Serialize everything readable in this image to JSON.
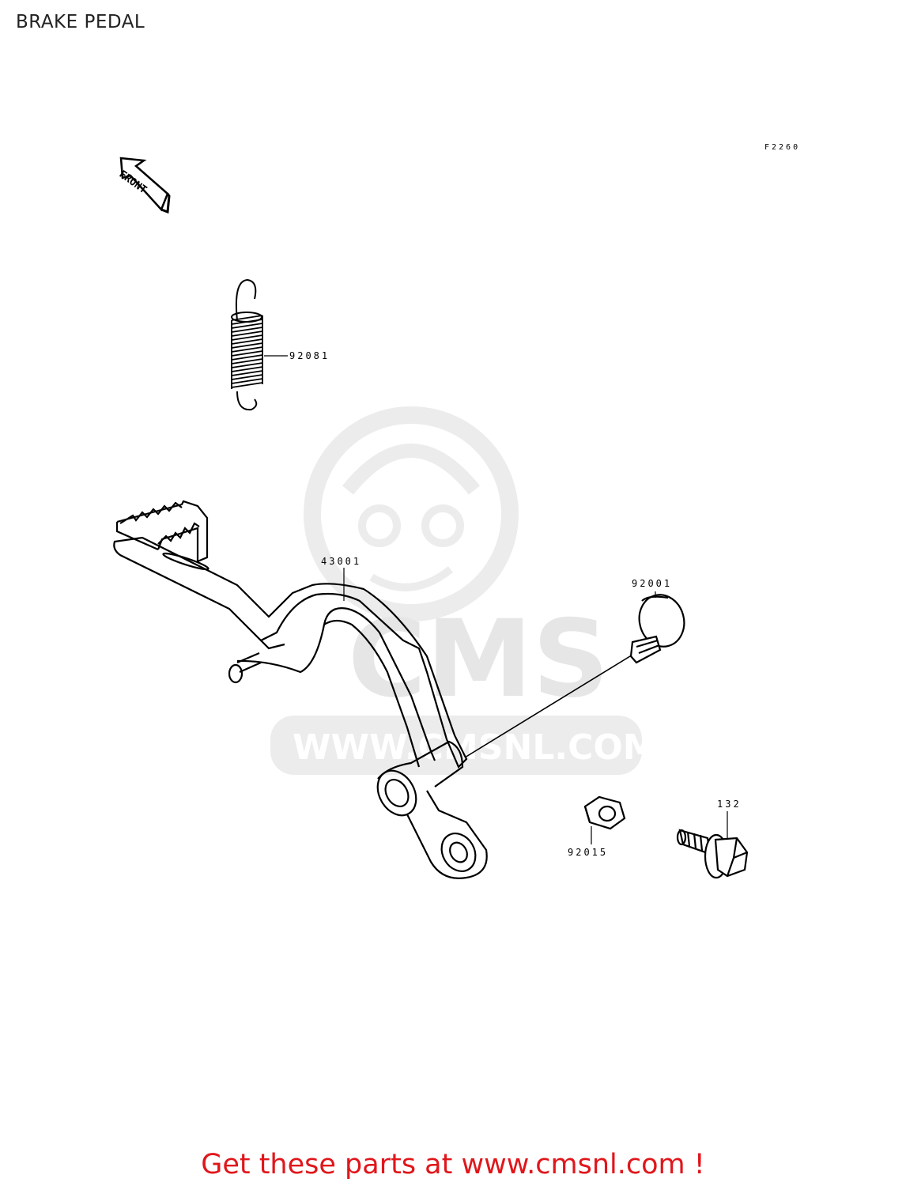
{
  "header": {
    "title": "BRAKE PEDAL"
  },
  "diagram": {
    "code": "F2260",
    "front_label": "FRONT",
    "parts": [
      {
        "number": "92081",
        "part": "spring"
      },
      {
        "number": "43001",
        "part": "brake-pedal"
      },
      {
        "number": "92001",
        "part": "pivot-bolt"
      },
      {
        "number": "92015",
        "part": "nut"
      },
      {
        "number": "132",
        "part": "flange-bolt"
      }
    ],
    "watermark": {
      "text": "CMS",
      "url": "WWW.CMSNL.COM"
    }
  },
  "footer": {
    "link_text": "Get these parts at www.cmsnl.com !"
  },
  "colors": {
    "accent": "#e0161b",
    "watermark": "#e6e6e6",
    "ink": "#000000"
  }
}
